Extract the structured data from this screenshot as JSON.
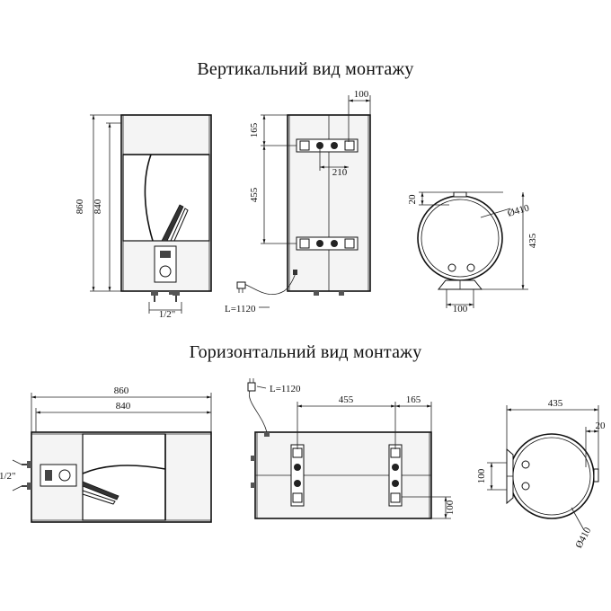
{
  "titles": {
    "vertical": "Вертикальний вид монтажу",
    "horizontal": "Горизонтальний вид монтажу"
  },
  "vertical": {
    "height_outer": "860",
    "height_inner": "840",
    "pipe_thread": "1/2\"",
    "cable_length": "L=1120",
    "top_offset": "100",
    "bracket_top": "165",
    "bracket_width": "210",
    "bracket_spacing": "455",
    "depth_top": "20",
    "diameter": "Ø410",
    "depth": "435",
    "base_width": "100"
  },
  "horizontal": {
    "length_outer": "860",
    "length_inner": "840",
    "pipe_thread": "1/2\"",
    "cable_length": "L=1120",
    "bracket_spacing": "455",
    "bracket_offset": "165",
    "side_offset": "100",
    "depth": "435",
    "depth_side": "20",
    "mount_height": "100",
    "diameter": "Ø410"
  }
}
